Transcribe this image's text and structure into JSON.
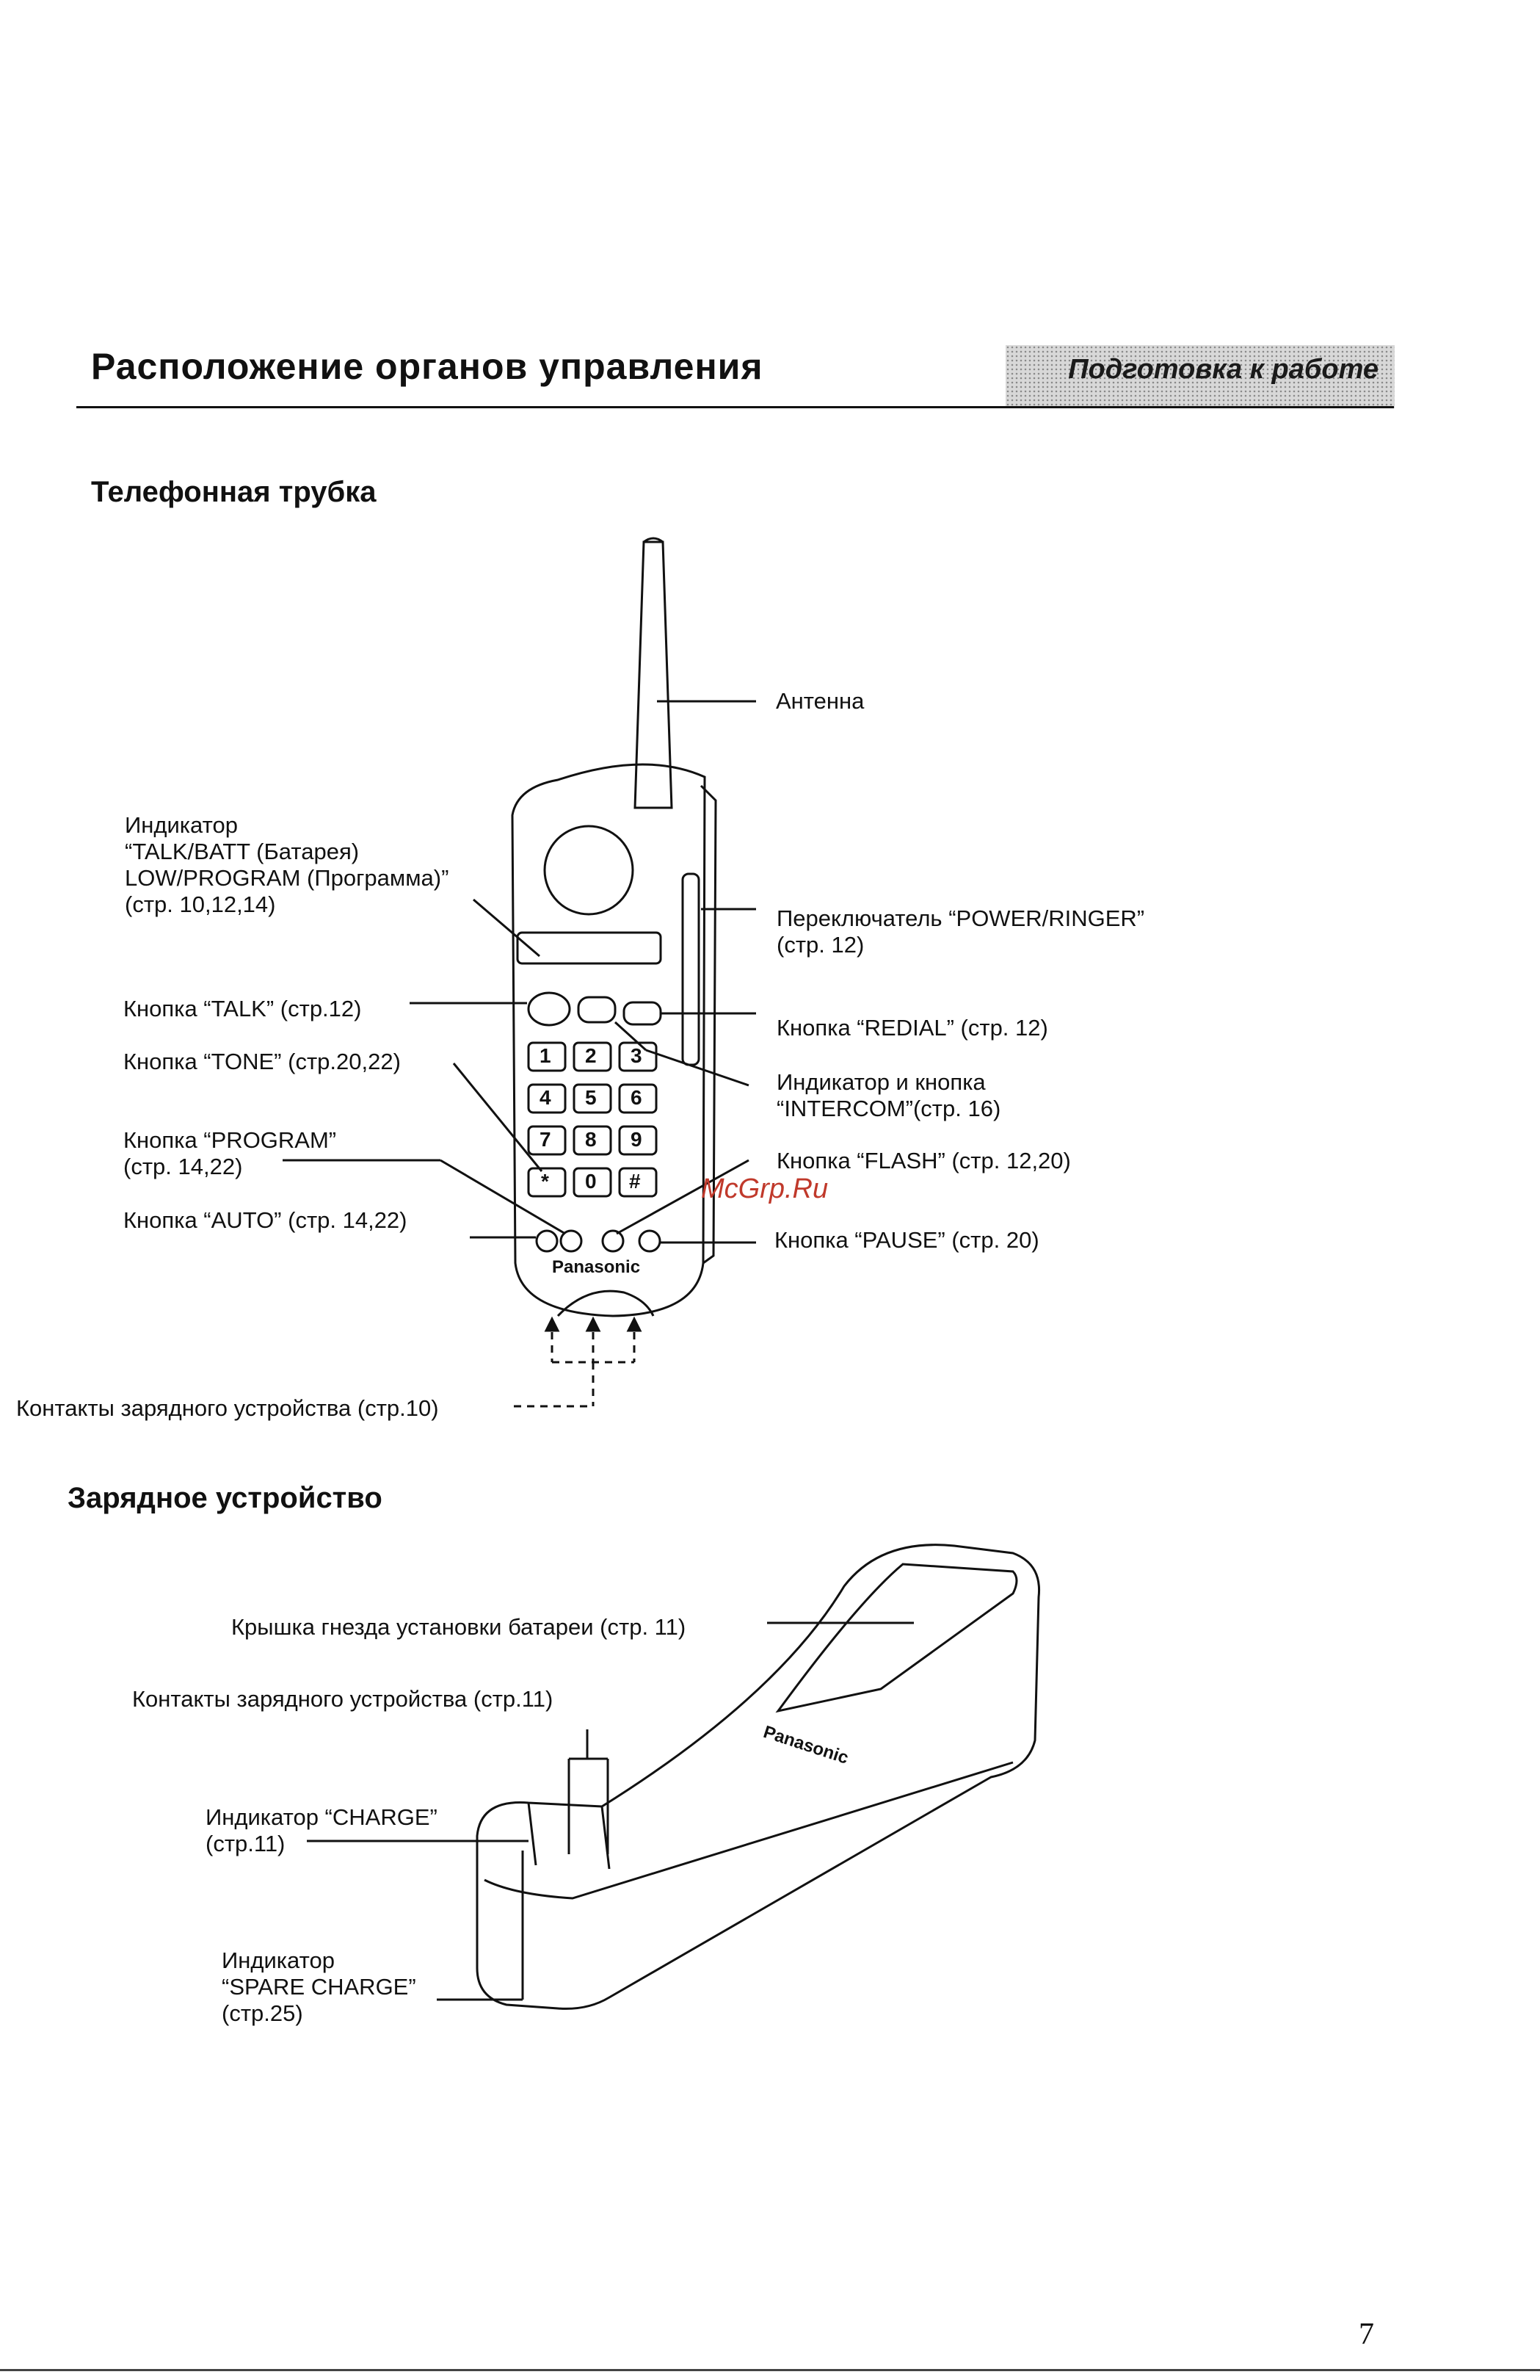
{
  "page": {
    "title": "Расположение органов управления",
    "section_tag": "Подготовка к работе",
    "page_number": "7",
    "watermark": "McGrp.Ru"
  },
  "handset": {
    "heading": "Телефонная трубка",
    "antenna": "Антенна",
    "talk_batt_indicator": "Индикатор\n“TALK/BATT (Батарея)\nLOW/PROGRAM (Программа)”\n(стр. 10,12,14)",
    "talk_button": "Кнопка “TALK” (стр.12)",
    "tone_button": "Кнопка “TONE” (стр.20,22)",
    "program_button": "Кнопка “PROGRAM”\n(стр. 14,22)",
    "auto_button": "Кнопка “AUTO” (стр. 14,22)",
    "power_ringer_switch": "Переключатель “POWER/RINGER”\n(стр. 12)",
    "redial_button": "Кнопка “REDIAL” (стр. 12)",
    "intercom": "Индикатор и кнопка\n“INTERCOM”(стр. 16)",
    "flash_button": "Кнопка “FLASH” (стр. 12,20)",
    "pause_button": "Кнопка “PAUSE” (стр. 20)",
    "charge_contacts": "Контакты зарядного устройства (стр.10)",
    "brand": "Panasonic",
    "keys": [
      "1",
      "2",
      "3",
      "4",
      "5",
      "6",
      "7",
      "8",
      "9",
      "*",
      "0",
      "#"
    ]
  },
  "charger": {
    "heading": "Зарядное устройство",
    "battery_cover": "Крышка гнезда установки батареи (стр. 11)",
    "charge_contacts": "Контакты зарядного устройства (стр.11)",
    "charge_indicator": "Индикатор “CHARGE”\n(стр.11)",
    "spare_charge_indicator": "Индикатор\n“SPARE CHARGE”\n(стр.25)",
    "brand": "Panasonic"
  }
}
